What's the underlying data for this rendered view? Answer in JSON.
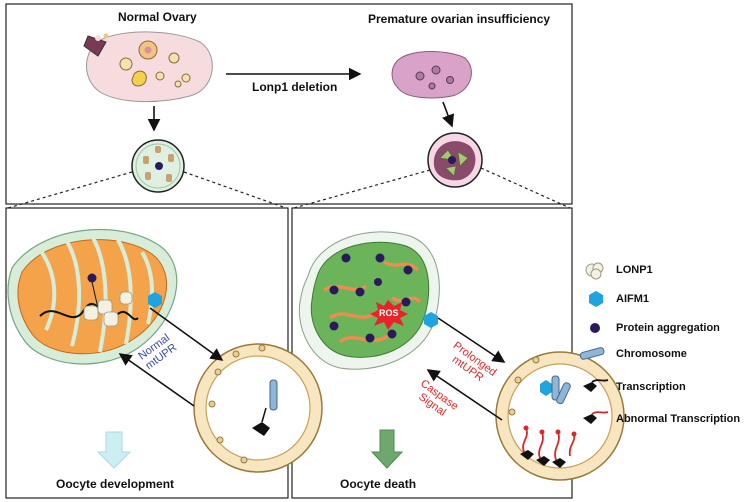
{
  "top": {
    "normal_ovary": "Normal Ovary",
    "poi": "Premature ovarian insufficiency",
    "deletion": "Lonp1 deletion"
  },
  "left_panel": {
    "arrow_line1": "Normal",
    "arrow_line2": "mtUPR",
    "outcome": "Oocyte development"
  },
  "right_panel": {
    "ros": "ROS",
    "arrow_line1": "Prolonged",
    "arrow_line2": "mtUPR",
    "caspase_line1": "Caspase",
    "caspase_line2": "Signal",
    "outcome": "Oocyte death"
  },
  "legend": [
    {
      "icon": "lonp1-icon",
      "label": "LONP1"
    },
    {
      "icon": "aifm1-icon",
      "label": "AIFM1"
    },
    {
      "icon": "protein-aggregation-icon",
      "label": "Protein aggregation"
    },
    {
      "icon": "chromosome-icon",
      "label": "Chromosome"
    },
    {
      "icon": "transcription-icon",
      "label": "Transcription"
    },
    {
      "icon": "abnormal-transcription-icon",
      "label": "Abnormal Transcription"
    }
  ],
  "colors": {
    "mito_orange": "#f5a34a",
    "mito_membrane": "#d7ecd9",
    "mito_green": "#6bb45a",
    "aifm1": "#1fa4e0",
    "protein": "#2a1a5c",
    "nucleus_ring": "#e8c27a",
    "red_text": "#d42a2a",
    "blue_text": "#3a4aa0",
    "light_arrow": "#cdeef2",
    "green_arrow": "#6fa86f"
  }
}
